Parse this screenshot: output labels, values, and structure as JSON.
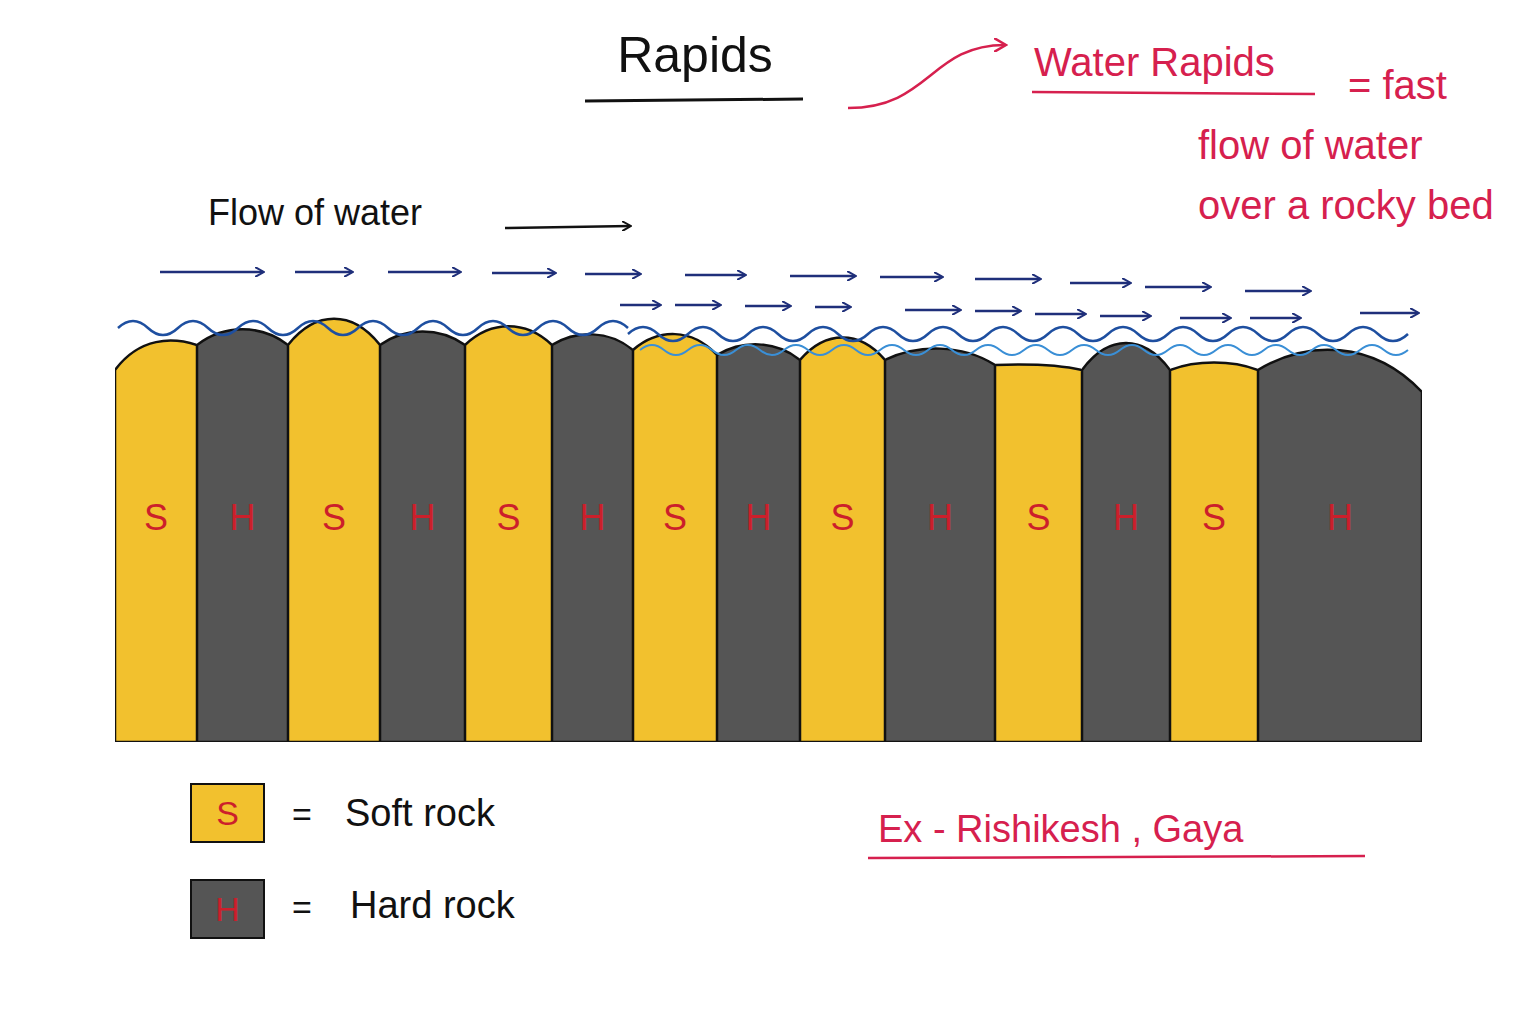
{
  "diagram": {
    "title": "Rapids",
    "nodes": [
      {
        "text": [
          "S"
        ]
      },
      {
        "text": [
          "H"
        ]
      },
      {
        "text": [
          "S"
        ]
      },
      {
        "text": [
          "H"
        ]
      },
      {
        "text": [
          "S"
        ]
      },
      {
        "text": [
          "H"
        ]
      },
      {
        "text": [
          "S"
        ]
      },
      {
        "text": [
          "H"
        ]
      },
      {
        "text": [
          "S"
        ]
      },
      {
        "text": [
          "H"
        ]
      },
      {
        "text": [
          "S"
        ]
      },
      {
        "text": [
          "H"
        ]
      },
      {
        "text": [
          "S"
        ]
      },
      {
        "text": [
          "H"
        ]
      }
    ],
    "labels": [
      "Flow of water",
      "Water Rapids",
      "= fast flow of water over a rocky bed",
      "Ex - Rishikesh , Gaya",
      "S",
      "=",
      "H",
      "="
    ],
    "legend": [
      {
        "text": "Soft rock",
        "color": "#f2c12e"
      },
      {
        "text": "Hard rock",
        "color": "#555555"
      }
    ]
  }
}
